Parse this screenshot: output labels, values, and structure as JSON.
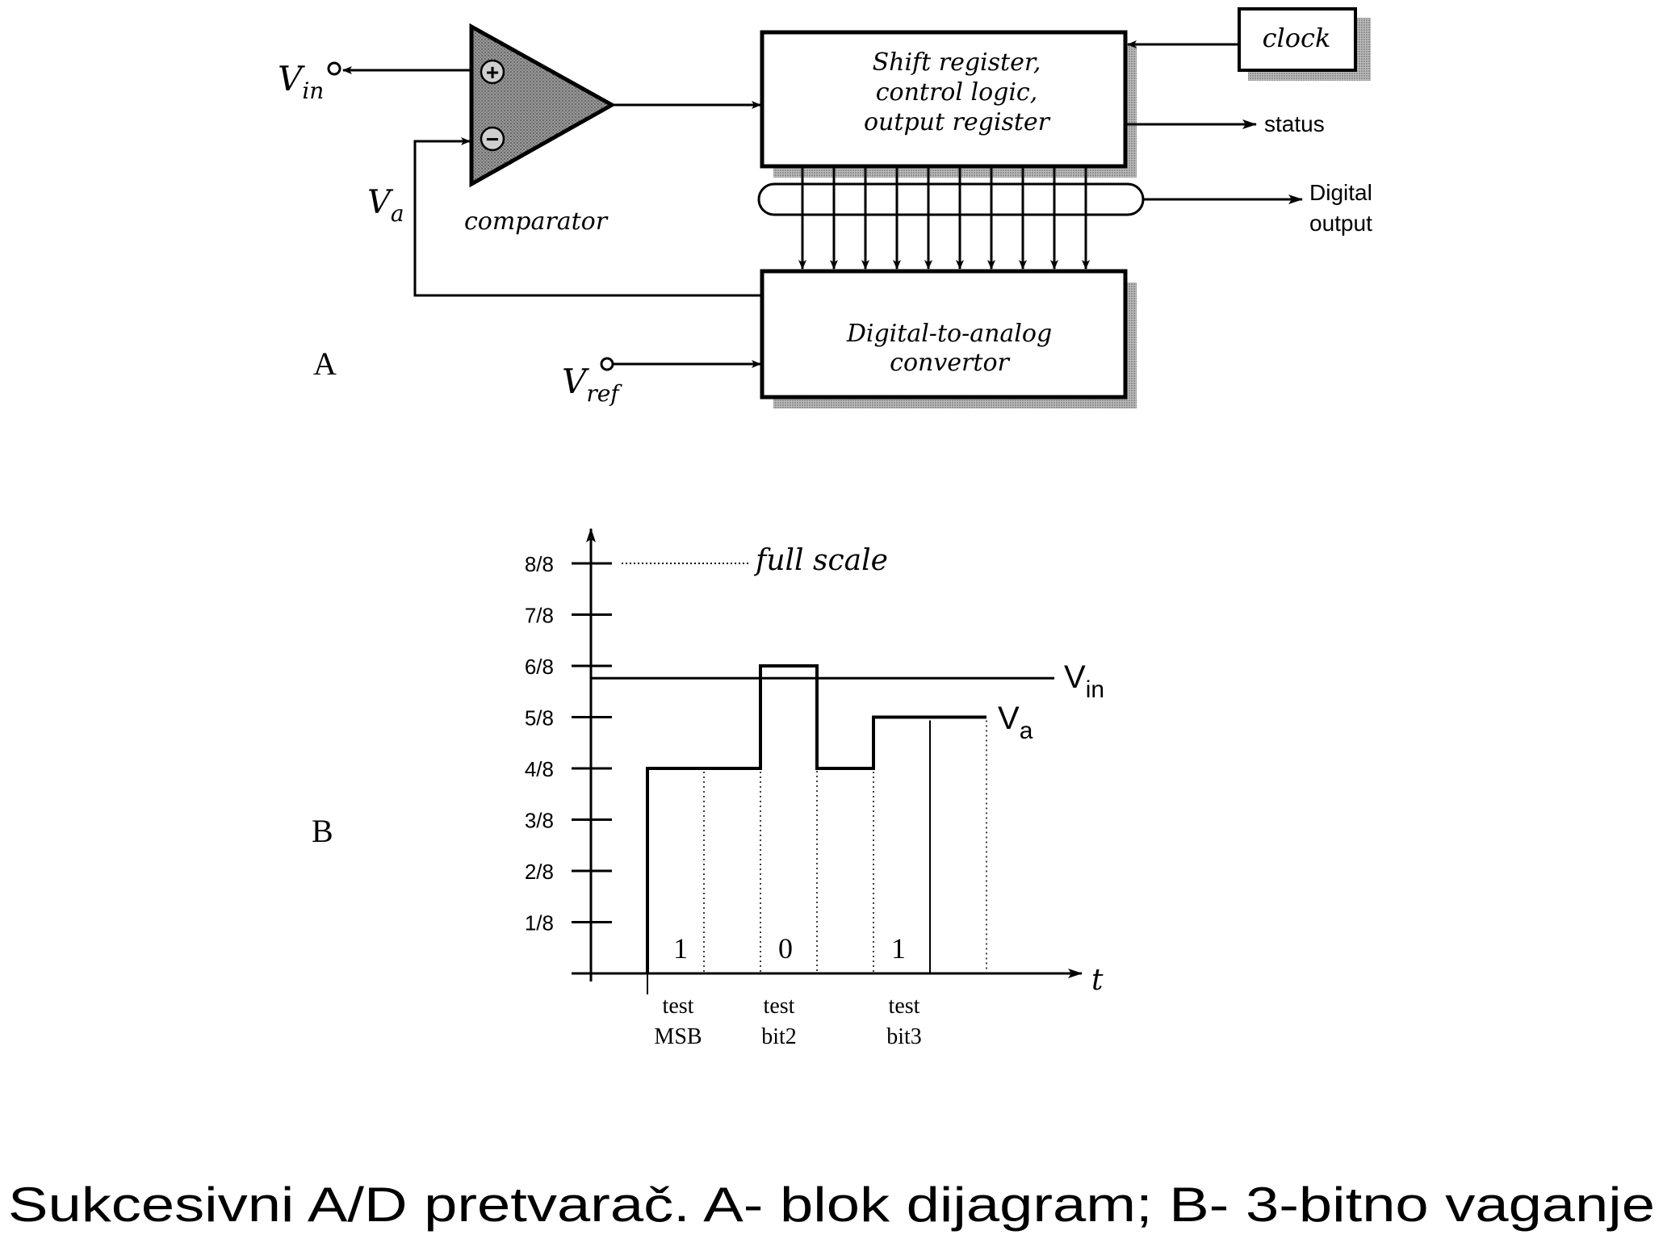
{
  "diagram_a": {
    "panel_label": "A",
    "vin_label": "V",
    "vin_sub": "in",
    "va_label": "V",
    "va_sub": "a",
    "vref_label": "V",
    "vref_sub": "ref",
    "comparator_label": "comparator",
    "comparator_plus": "+",
    "comparator_minus": "−",
    "sar_lines": [
      "Shift register,",
      "control logic,",
      "output register"
    ],
    "clock_label": "clock",
    "status_label": "status",
    "digital_output_lines": [
      "Digital",
      "output"
    ],
    "dac_lines": [
      "Digital-to-analog",
      "convertor"
    ]
  },
  "diagram_b": {
    "panel_label": "B",
    "full_scale_label": "full scale",
    "vin_label": "V",
    "vin_sub": "in",
    "va_label": "V",
    "va_sub": "a",
    "t_label": "t",
    "bit_values": [
      "1",
      "0",
      "1"
    ],
    "test_labels": [
      [
        "test",
        "MSB"
      ],
      [
        "test",
        "bit2"
      ],
      [
        "test",
        "bit3"
      ]
    ]
  },
  "chart_data": {
    "type": "line",
    "y_ticks": [
      "1/8",
      "2/8",
      "3/8",
      "4/8",
      "5/8",
      "6/8",
      "7/8",
      "8/8"
    ],
    "ylim": [
      0,
      1
    ],
    "vin_level": 0.72,
    "va_steps": [
      {
        "t_start": 0,
        "t_end": 2,
        "value": 0.5
      },
      {
        "t_start": 2,
        "t_end": 3,
        "value": 0.75
      },
      {
        "t_start": 3,
        "t_end": 4,
        "value": 0.5
      },
      {
        "t_start": 4,
        "t_end": 6,
        "value": 0.625
      }
    ]
  },
  "caption": "Sukcesivni A/D pretvarač. A- blok dijagram; B- 3-bitno vaganje"
}
